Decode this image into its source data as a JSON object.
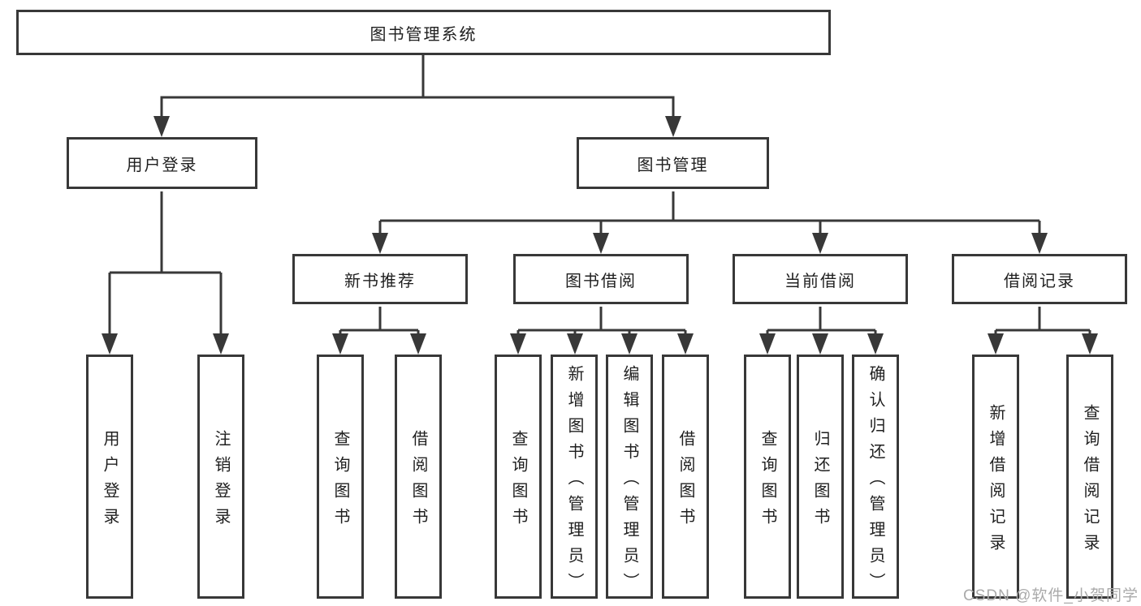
{
  "tree": {
    "root": {
      "label": "图书管理系统"
    },
    "branches": [
      {
        "label": "用户登录",
        "children": [
          {
            "label": "用户登录"
          },
          {
            "label": "注销登录"
          }
        ]
      },
      {
        "label": "图书管理",
        "groups": [
          {
            "label": "新书推荐",
            "children": [
              {
                "label": "查询图书"
              },
              {
                "label": "借阅图书"
              }
            ]
          },
          {
            "label": "图书借阅",
            "children": [
              {
                "label": "查询图书"
              },
              {
                "label": "新增图书（管理员）"
              },
              {
                "label": "编辑图书（管理员）"
              },
              {
                "label": "借阅图书"
              }
            ]
          },
          {
            "label": "当前借阅",
            "children": [
              {
                "label": "查询图书"
              },
              {
                "label": "归还图书"
              },
              {
                "label": "确认归还（管理员）"
              }
            ]
          },
          {
            "label": "借阅记录",
            "children": [
              {
                "label": "新增借阅记录"
              },
              {
                "label": "查询借阅记录"
              }
            ]
          }
        ]
      }
    ]
  },
  "watermark": {
    "text": "CSDN @软件_小贺同学"
  },
  "colors": {
    "line": "#383838",
    "text": "#1f1f1f",
    "box_bg": "#ffffff",
    "background": "#ffffff",
    "watermark": "#aaaaaa"
  }
}
